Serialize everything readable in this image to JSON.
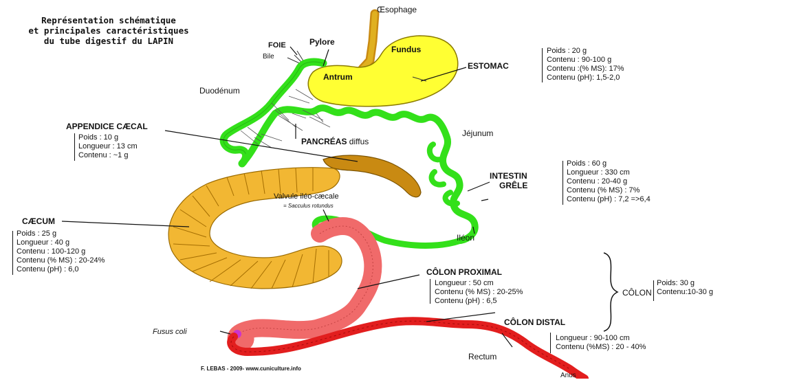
{
  "title": [
    "Représentation schématique",
    "et principales caractéristiques",
    "du tube digestif du LAPIN"
  ],
  "organ_labels": {
    "oesophage": "Œsophage",
    "fundus": "Fundus",
    "pylore": "Pylore",
    "foie": "FOIE",
    "bile": "Bile",
    "antrum": "Antrum",
    "duodenum": "Duodénum",
    "pancreas": "PANCRÉAS",
    "pancreas_suffix": "diffus",
    "jejunum": "Jéjunum",
    "valvule": "Valvule iléo-cæcale",
    "sacculus": "= Sacculus rotundus",
    "ileon": "Iléon",
    "fusus": "Fusus coli",
    "rectum": "Rectum",
    "anus": "Anus"
  },
  "estomac": {
    "name": "ESTOMAC",
    "lines": [
      "Poids : 20 g",
      "Contenu : 90-100 g",
      "Contenu :(% MS): 17%",
      "Contenu (pH): 1,5-2,0"
    ]
  },
  "appendice": {
    "name": "APPENDICE CÆCAL",
    "lines": [
      "Poids : 10 g",
      "Longueur : 13 cm",
      "Contenu : ~1 g"
    ]
  },
  "intestin": {
    "name1": "INTESTIN",
    "name2": "GRÊLE",
    "lines": [
      "Poids : 60 g",
      "Longueur : 330 cm",
      "Contenu : 20-40 g",
      "Contenu (% MS) : 7%",
      "Contenu (pH) : 7,2 =>6,4"
    ]
  },
  "caecum": {
    "name": "CÆCUM",
    "lines": [
      "Poids : 25 g",
      "Longueur : 40 g",
      "Contenu : 100-120 g",
      "Contenu (% MS) : 20-24%",
      "Contenu (pH) : 6,0"
    ]
  },
  "colon_proximal": {
    "name": "CÔLON PROXIMAL",
    "lines": [
      "Longueur : 50 cm",
      "Contenu (% MS) : 20-25%",
      "Contenu (pH) : 6,5"
    ]
  },
  "colon": {
    "name": "CÔLON",
    "lines": [
      "Poids: 30 g",
      "Contenu:10-30 g"
    ]
  },
  "colon_distal": {
    "name": "CÔLON DISTAL",
    "lines": [
      "Longueur : 90-100 cm",
      "Contenu (%MS) : 20 - 40%"
    ]
  },
  "credit": "F. LEBAS - 2009- www.cuniculture.info",
  "colors": {
    "stomach": "#ffff33",
    "intestine": "#33e01a",
    "caecum": "#f2b733",
    "appendix": "#c98a12",
    "colon_proximal": "#f06a6a",
    "colon_distal": "#e21e1e",
    "fusus": "#cc33cc"
  }
}
